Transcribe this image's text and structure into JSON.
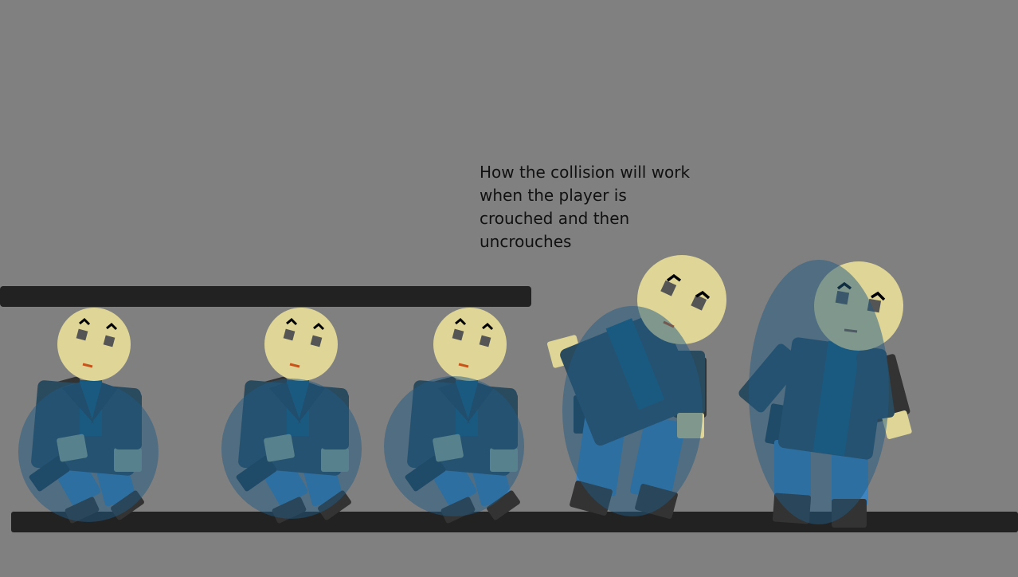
{
  "caption": {
    "lines": [
      "How the collision will work",
      "when the player is",
      "crouched and then",
      "uncrouches"
    ]
  },
  "colors": {
    "background": "#808080",
    "platform": "#222222",
    "collider": "#1f5a82",
    "head": "#ded597",
    "jacket": "#2a4a5e",
    "shirt": "#145a80",
    "pants": "#3d84c0",
    "shoes": "#333333",
    "hands": "#8fa898"
  },
  "figures": [
    {
      "id": "crouched-1",
      "pose": "crouched",
      "collider": "circle"
    },
    {
      "id": "crouched-2",
      "pose": "crouched",
      "collider": "circle"
    },
    {
      "id": "crouched-3",
      "pose": "crouched",
      "collider": "circle"
    },
    {
      "id": "uncrouching",
      "pose": "standing-up",
      "collider": "ellipse"
    },
    {
      "id": "standing",
      "pose": "standing",
      "collider": "tall-ellipse"
    }
  ]
}
